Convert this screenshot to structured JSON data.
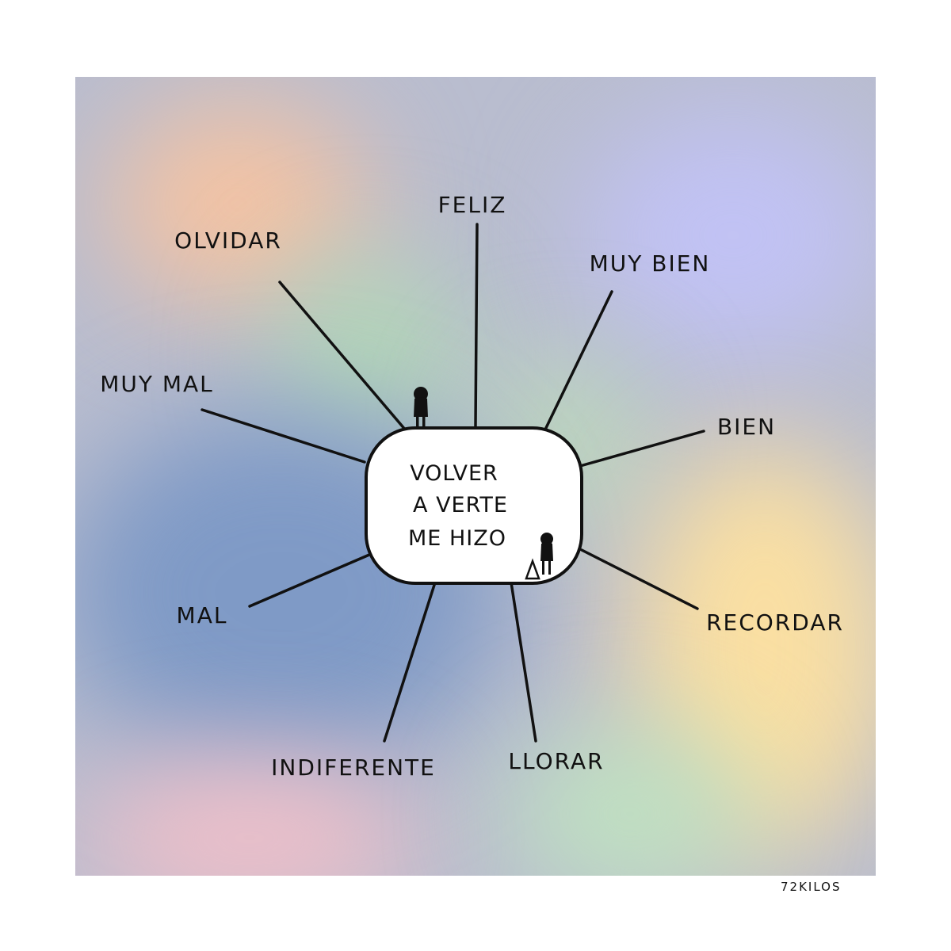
{
  "center_text": {
    "line1": "VOLVER",
    "line2": "A VERTE",
    "line3": "ME HIZO"
  },
  "words": {
    "feliz": "FELIZ",
    "muy_bien": "MUY BIEN",
    "bien": "BIEN",
    "recordar": "RECORDAR",
    "llorar": "LLORAR",
    "indiferente": "INDIFERENTE",
    "mal": "MAL",
    "muy_mal": "MUY MAL",
    "olvidar": "OLVIDAR"
  },
  "signature": "72KILOS",
  "colors": {
    "line": "#111111",
    "peach": "#f4c3a3",
    "green": "#b3d8b6",
    "lavender": "#c1c2f4",
    "blue": "#7f9ac6",
    "yellow": "#fadfa2",
    "pink": "#efbfc9",
    "mint": "#bfe1c1"
  }
}
